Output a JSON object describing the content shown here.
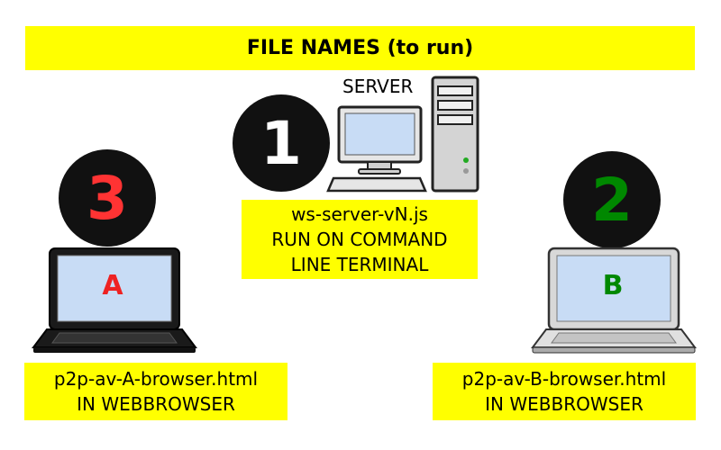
{
  "title": "FILE NAMES (to run)",
  "server": {
    "label": "SERVER",
    "number": "1",
    "file": "ws-server-vN.js",
    "instruction_line1": "RUN ON COMMAND",
    "instruction_line2": "LINE TERMINAL"
  },
  "client_a": {
    "number": "3",
    "letter": "A",
    "file": "p2p-av-A-browser.html",
    "instruction": "IN WEBBROWSER"
  },
  "client_b": {
    "number": "2",
    "letter": "B",
    "file": "p2p-av-B-browser.html",
    "instruction": "IN WEBBROWSER"
  },
  "colors": {
    "banner": "#ffff00",
    "badge": "#111111",
    "client_a_accent": "#ff3333",
    "client_b_accent": "#008800",
    "screen": "#c8dcf5"
  }
}
